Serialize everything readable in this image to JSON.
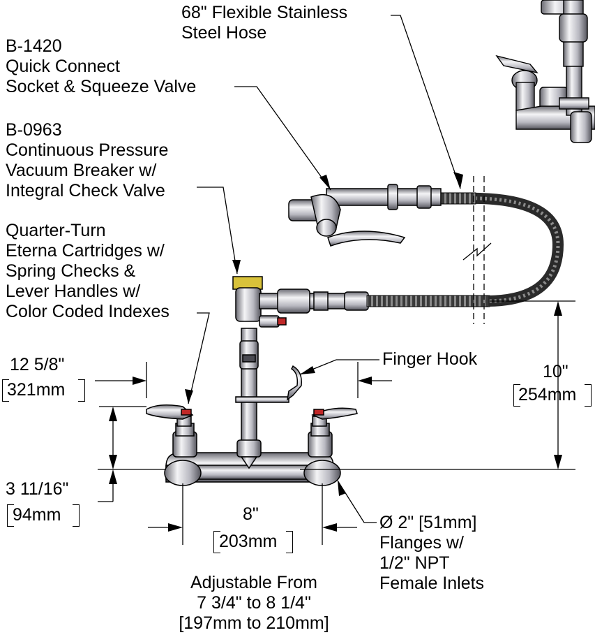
{
  "callouts": {
    "hose": [
      "68\" Flexible Stainless",
      "Steel Hose"
    ],
    "quick_connect": [
      "B-1420",
      "Quick Connect",
      "Socket & Squeeze Valve"
    ],
    "vacuum_breaker": [
      "B-0963",
      "Continuous Pressure",
      "Vacuum Breaker w/",
      "Integral Check Valve"
    ],
    "cartridges": [
      "Quarter-Turn",
      "Eterna Cartridges w/",
      "Spring Checks &",
      "Lever Handles w/",
      "Color Coded Indexes"
    ],
    "finger_hook": "Finger Hook",
    "flanges": [
      "Ø 2\" [51mm]",
      "Flanges w/",
      "1/2\" NPT",
      "Female Inlets"
    ],
    "adjustable": [
      "Adjustable From",
      "7 3/4\" to 8 1/4\"",
      "[197mm to 210mm]"
    ]
  },
  "dimensions": {
    "reach": {
      "imperial": "12 5/8\"",
      "metric": "321mm"
    },
    "height": {
      "imperial": "10\"",
      "metric": "254mm"
    },
    "spout": {
      "imperial": "3 11/16\"",
      "metric": "94mm"
    },
    "centers": {
      "imperial": "8\"",
      "metric": "203mm"
    }
  },
  "colors": {
    "line": "#000000",
    "metal_light": "#e8e8ec",
    "metal_mid": "#b4b4bc",
    "metal_dark": "#4a4a52",
    "hose": "#2a2a2a",
    "label_yellow": "#d8c23a",
    "handle_red": "#c02828"
  }
}
